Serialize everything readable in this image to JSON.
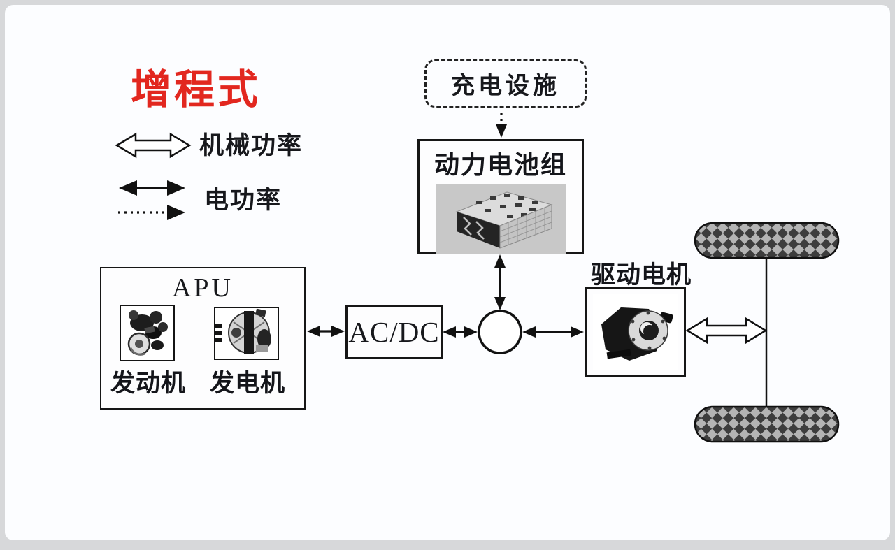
{
  "title": {
    "text": "增程式",
    "color": "#e2271f"
  },
  "legend": {
    "mechanical": {
      "label": "机械功率",
      "symbol": "hollow-double-arrow"
    },
    "electric": {
      "label": "电功率",
      "symbols": [
        "solid-double-arrow",
        "dotted-arrow"
      ]
    }
  },
  "nodes": {
    "charging": {
      "label": "充电设施",
      "border": "dashed"
    },
    "battery": {
      "label": "动力电池组",
      "image": "battery-pack-photo"
    },
    "apu": {
      "label": "APU",
      "engine_label": "发动机",
      "generator_label": "发电机",
      "engine_image": "engine-photo",
      "generator_image": "generator-photo"
    },
    "acdc": {
      "label": "AC/DC"
    },
    "junction": {
      "shape": "circle"
    },
    "motor": {
      "label": "驱动电机",
      "image": "drive-motor-photo"
    },
    "axle": {
      "wheels": 2
    }
  },
  "connections": [
    {
      "from": "充电设施",
      "to": "动力电池组",
      "power": "电功率",
      "style": "dotted-single"
    },
    {
      "from": "动力电池组",
      "to": "junction",
      "power": "电功率",
      "style": "solid-double"
    },
    {
      "from": "发动机",
      "to": "发电机",
      "power": "机械功率",
      "style": "hollow-double"
    },
    {
      "from": "APU",
      "to": "AC/DC",
      "power": "电功率",
      "style": "solid-double"
    },
    {
      "from": "AC/DC",
      "to": "junction",
      "power": "电功率",
      "style": "solid-double"
    },
    {
      "from": "junction",
      "to": "驱动电机",
      "power": "电功率",
      "style": "solid-double"
    },
    {
      "from": "驱动电机",
      "to": "axle",
      "power": "机械功率",
      "style": "hollow-double"
    }
  ],
  "colors": {
    "title_red": "#e2271f",
    "line_black": "#141414",
    "tire_dark": "#3d3d3d",
    "tire_light": "#b4b4b4",
    "canvas": "#fcfdff",
    "frame": "#d7d8da"
  }
}
